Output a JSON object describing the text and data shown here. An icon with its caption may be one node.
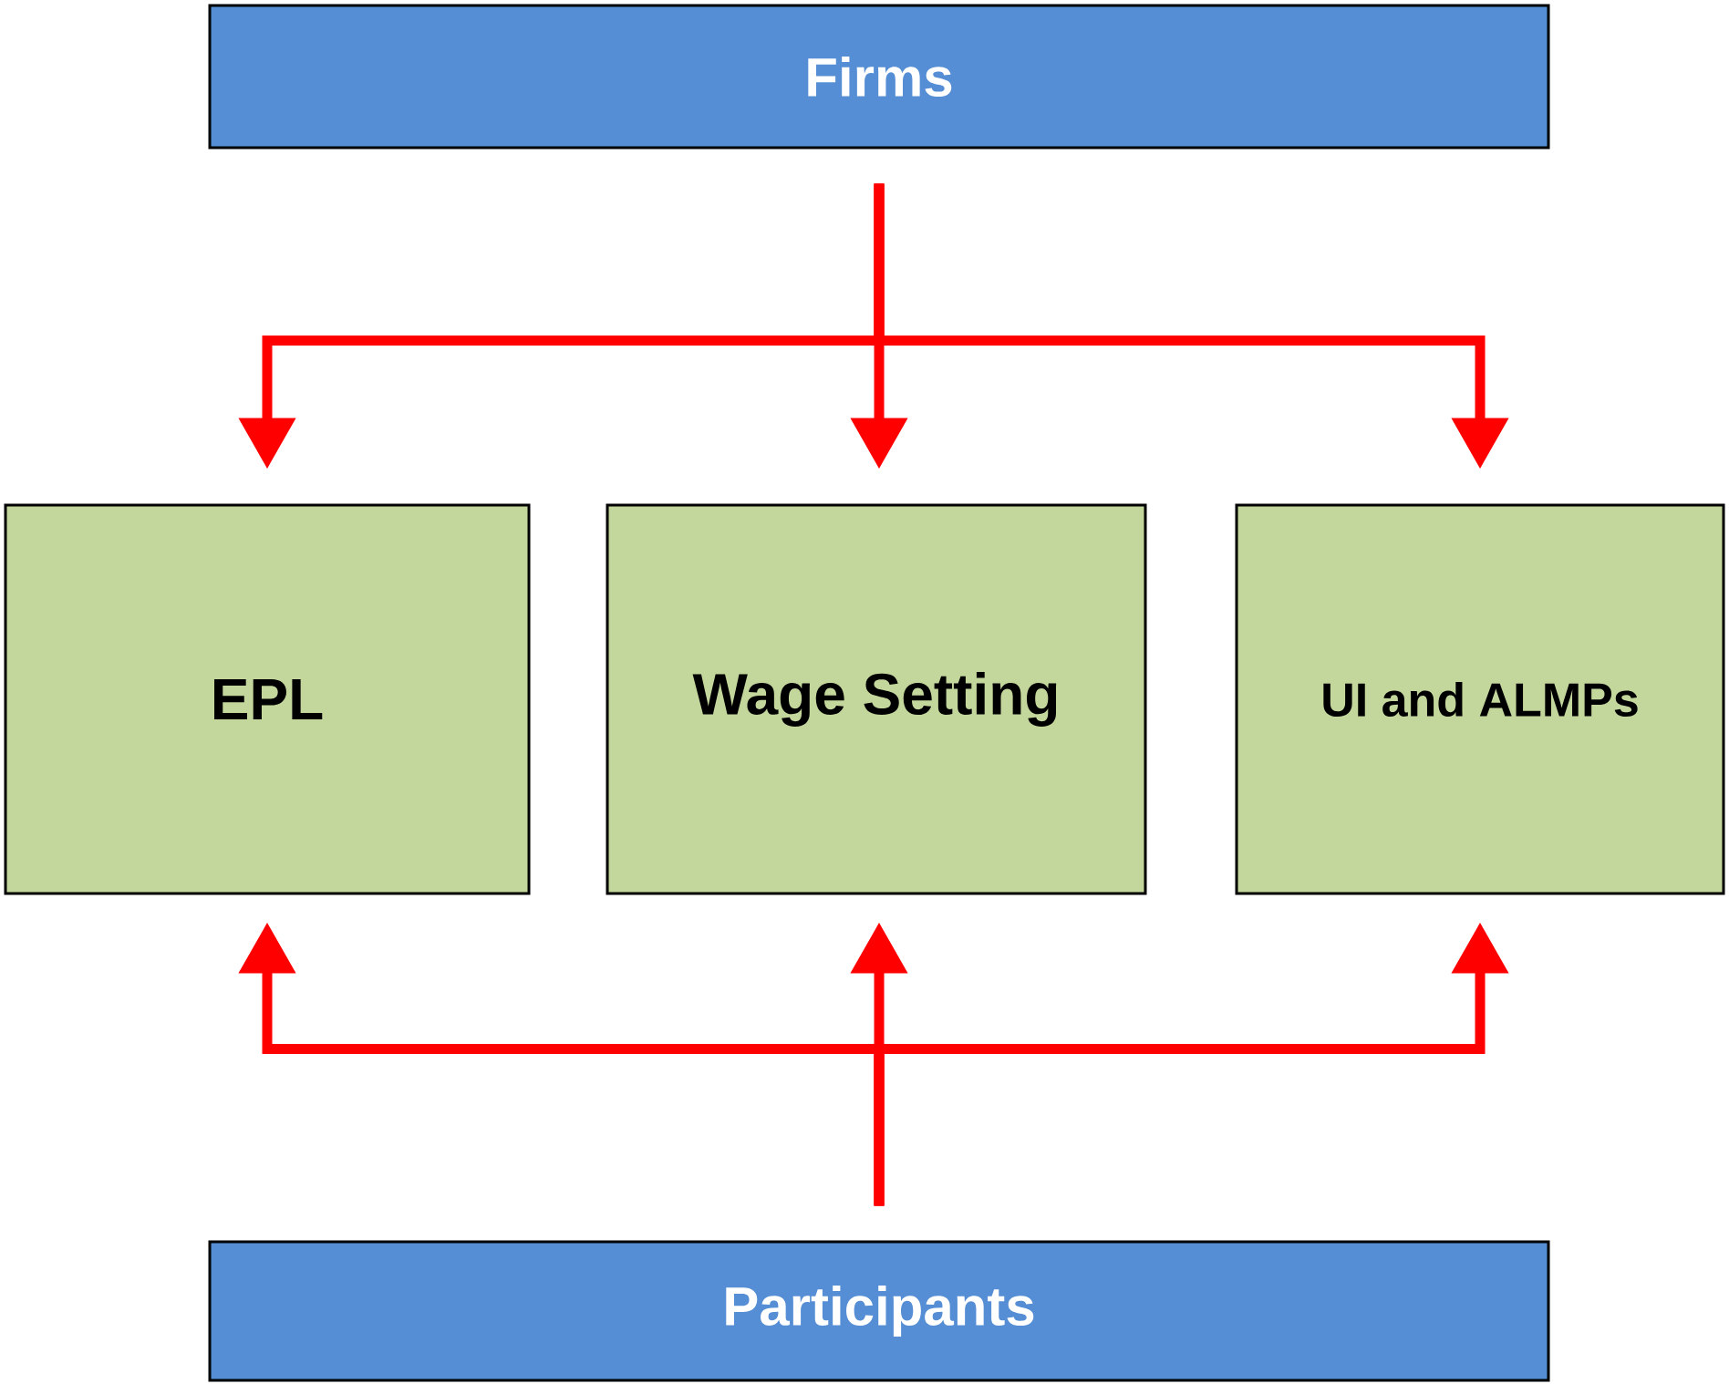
{
  "diagram": {
    "nodes": [
      {
        "text": [
          "Firms"
        ]
      },
      {
        "text": [
          "EPL"
        ]
      },
      {
        "text": [
          "Wage Setting"
        ]
      },
      {
        "text": [
          "UI and ALMPs"
        ]
      },
      {
        "text": [
          "Participants"
        ]
      }
    ],
    "edges": [
      {
        "from": 0,
        "to": 1,
        "arrow": "to"
      },
      {
        "from": 0,
        "to": 2,
        "arrow": "to"
      },
      {
        "from": 0,
        "to": 3,
        "arrow": "to"
      },
      {
        "from": 4,
        "to": 1,
        "arrow": "to"
      },
      {
        "from": 4,
        "to": 2,
        "arrow": "to"
      },
      {
        "from": 4,
        "to": 3,
        "arrow": "to"
      }
    ]
  }
}
